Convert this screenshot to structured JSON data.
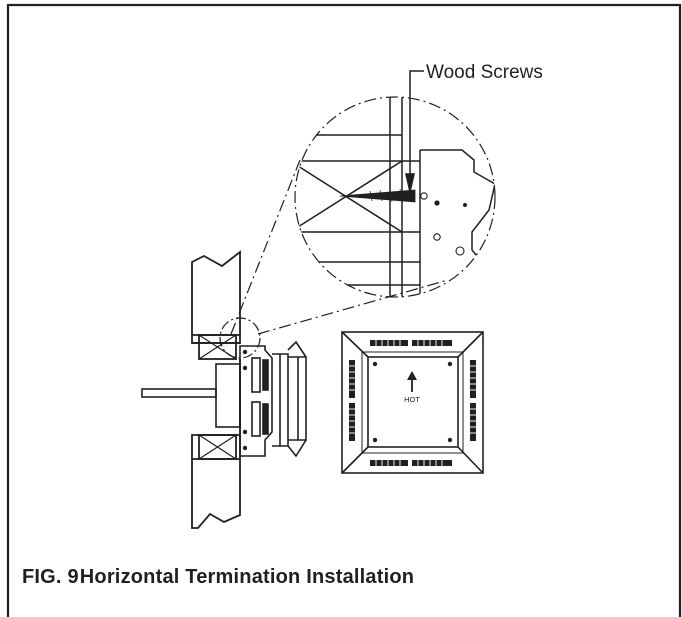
{
  "figure": {
    "number": "FIG. 9",
    "title": "Horizontal Termination Installation"
  },
  "callout": {
    "label": "Wood Screws"
  },
  "cap": {
    "marking": "HOT"
  },
  "colors": {
    "line": "#231f20",
    "background": "#ffffff"
  }
}
